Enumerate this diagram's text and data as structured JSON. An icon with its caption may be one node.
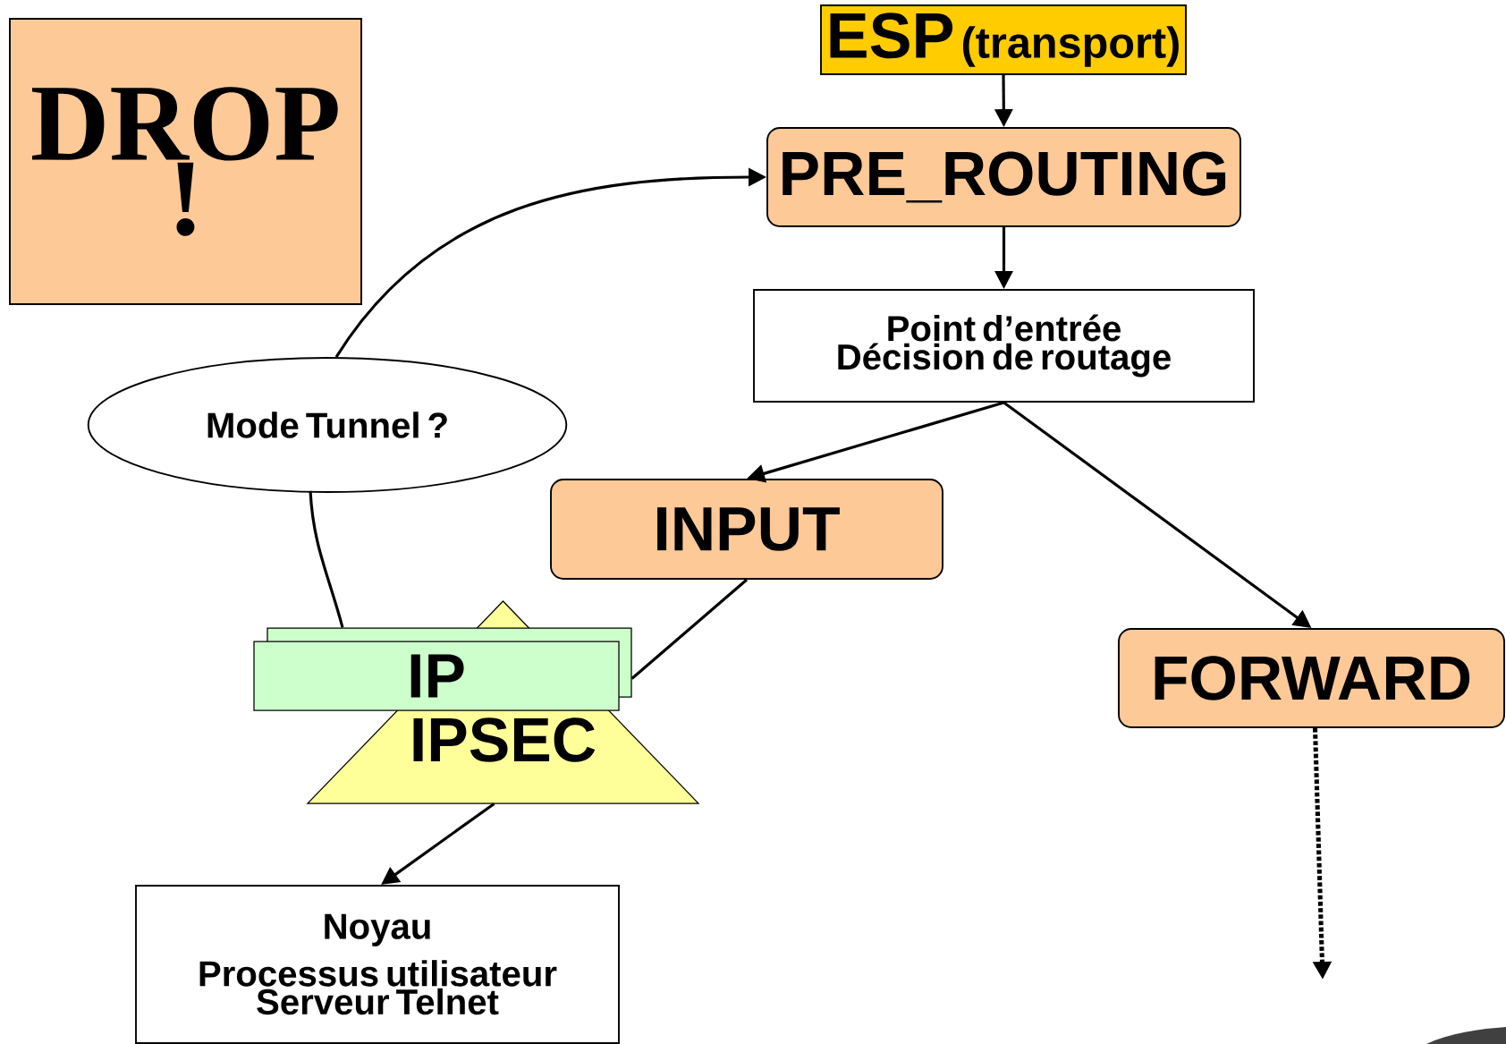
{
  "diagram": {
    "nodes": [
      {
        "text": [
          "DROP !"
        ]
      },
      {
        "text": [
          "ESP",
          "(transport)"
        ]
      },
      {
        "text": [
          "PRE_ROUTING"
        ]
      },
      {
        "text": [
          "Point d’entrée",
          "Décision de routage"
        ]
      },
      {
        "text": [
          "Mode Tunnel ?"
        ]
      },
      {
        "text": [
          "INPUT"
        ]
      },
      {
        "text": [
          "FORWARD"
        ]
      },
      {
        "text": [
          "IPSEC"
        ]
      },
      {
        "text": [
          "IP"
        ]
      },
      {
        "text": [
          "Noyau",
          "Processus utilisateur",
          "Serveur Telnet"
        ]
      }
    ],
    "edges": [
      {
        "from": 1,
        "to": 2,
        "arrow": "to"
      },
      {
        "from": 2,
        "to": 3,
        "arrow": "to"
      },
      {
        "from": 3,
        "to": 5,
        "arrow": "to"
      },
      {
        "from": 3,
        "to": 6,
        "arrow": "to"
      },
      {
        "from": 5,
        "to": 8,
        "arrow": "none"
      },
      {
        "from": 8,
        "to": 4,
        "arrow": "none"
      },
      {
        "from": 4,
        "to": 2,
        "arrow": "to"
      },
      {
        "from": 7,
        "to": 9,
        "arrow": "to"
      },
      {
        "from": 6,
        "to": null,
        "arrow": "to",
        "style": "dashed"
      }
    ]
  }
}
